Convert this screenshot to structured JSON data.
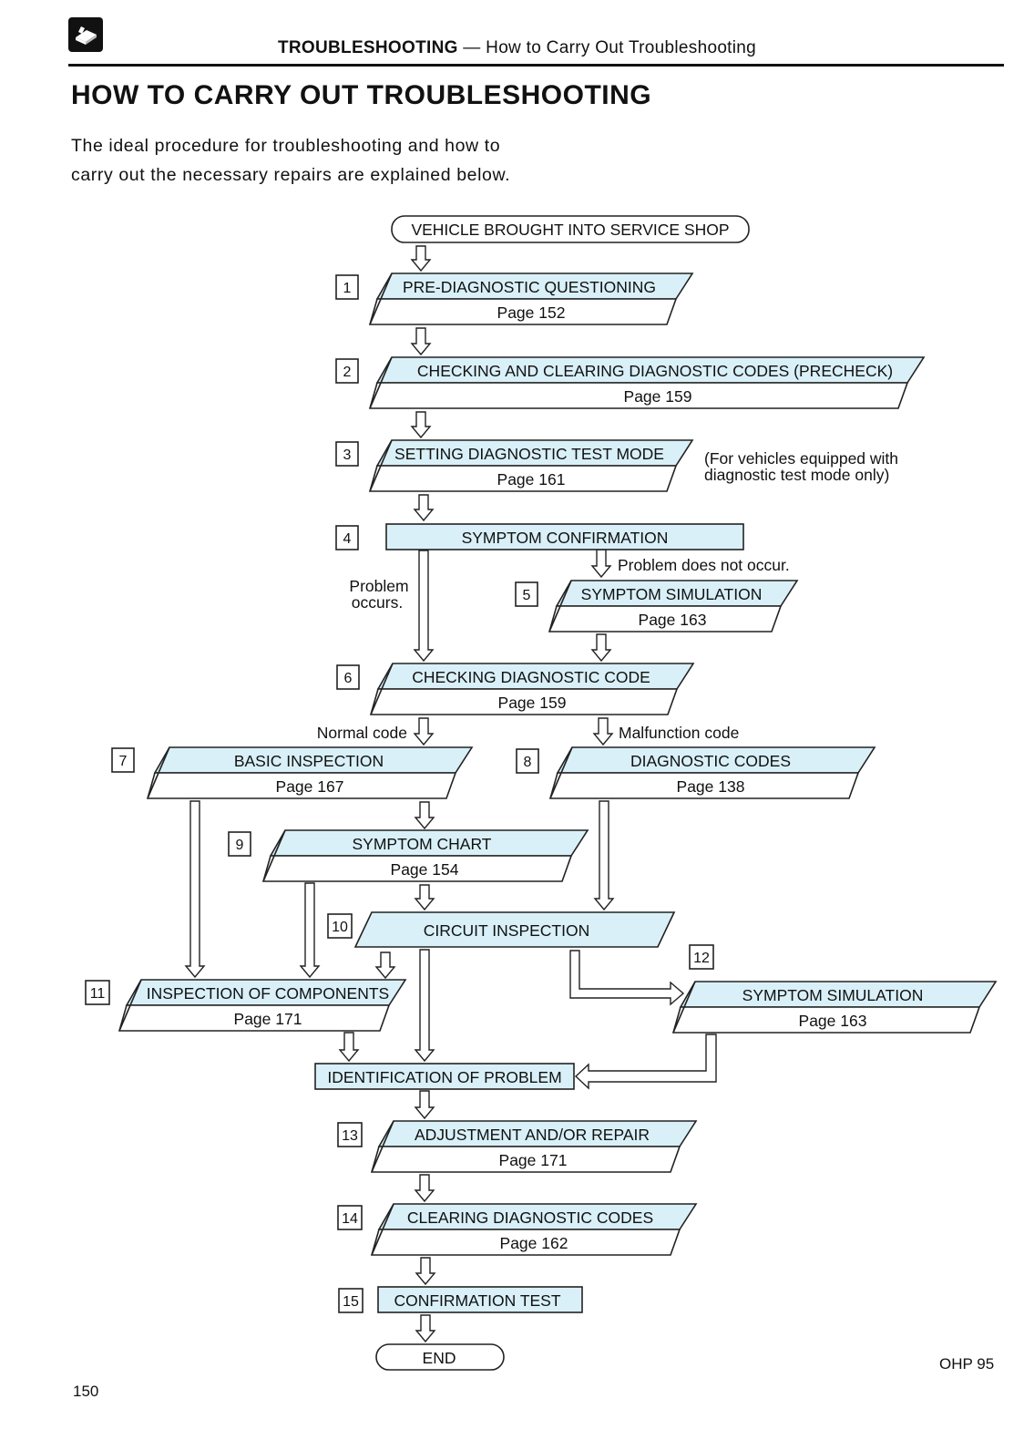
{
  "header": {
    "section": "TROUBLESHOOTING",
    "separator": "—",
    "subsection": "How to Carry Out Troubleshooting",
    "logo_icon": "manual-book-icon"
  },
  "title": "HOW TO CARRY OUT TROUBLESHOOTING",
  "intro": "The ideal procedure for troubleshooting and how to carry out the necessary repairs are explained below.",
  "colors": {
    "box_fill": "#d9f0f8",
    "stroke": "#222222"
  },
  "flow": {
    "start": "VEHICLE BROUGHT INTO SERVICE SHOP",
    "end": "END",
    "steps": [
      {
        "num": "1",
        "title": "PRE-DIAGNOSTIC QUESTIONING",
        "page": "Page 152"
      },
      {
        "num": "2",
        "title": "CHECKING AND CLEARING DIAGNOSTIC CODES (PRECHECK)",
        "page": "Page 159"
      },
      {
        "num": "3",
        "title": "SETTING DIAGNOSTIC TEST MODE",
        "page": "Page 161"
      },
      {
        "num": "4",
        "title": "SYMPTOM CONFIRMATION",
        "page": ""
      },
      {
        "num": "5",
        "title": "SYMPTOM SIMULATION",
        "page": "Page 163"
      },
      {
        "num": "6",
        "title": "CHECKING DIAGNOSTIC CODE",
        "page": "Page 159"
      },
      {
        "num": "7",
        "title": "BASIC INSPECTION",
        "page": "Page 167"
      },
      {
        "num": "8",
        "title": "DIAGNOSTIC CODES",
        "page": "Page 138"
      },
      {
        "num": "9",
        "title": "SYMPTOM CHART",
        "page": "Page 154"
      },
      {
        "num": "10",
        "title": "CIRCUIT INSPECTION",
        "page": ""
      },
      {
        "num": "11",
        "title": "INSPECTION OF COMPONENTS",
        "page": "Page 171"
      },
      {
        "num": "12",
        "title": "SYMPTOM SIMULATION",
        "page": "Page 163"
      },
      {
        "num": "13",
        "title": "ADJUSTMENT AND/OR REPAIR",
        "page": "Page 171"
      },
      {
        "num": "14",
        "title": "CLEARING DIAGNOSTIC CODES",
        "page": "Page 162"
      },
      {
        "num": "15",
        "title": "CONFIRMATION TEST",
        "page": ""
      }
    ],
    "identification": "IDENTIFICATION OF PROBLEM",
    "notes": {
      "test_mode_line1": "(For vehicles equipped with",
      "test_mode_line2": "diagnostic test mode only)",
      "problem_not_occur": "Problem does not occur.",
      "problem_occurs_line1": "Problem",
      "problem_occurs_line2": "occurs.",
      "normal_code": "Normal code",
      "malfunction_code": "Malfunction code"
    }
  },
  "footer": {
    "page_number": "150",
    "ohp": "OHP 95"
  }
}
